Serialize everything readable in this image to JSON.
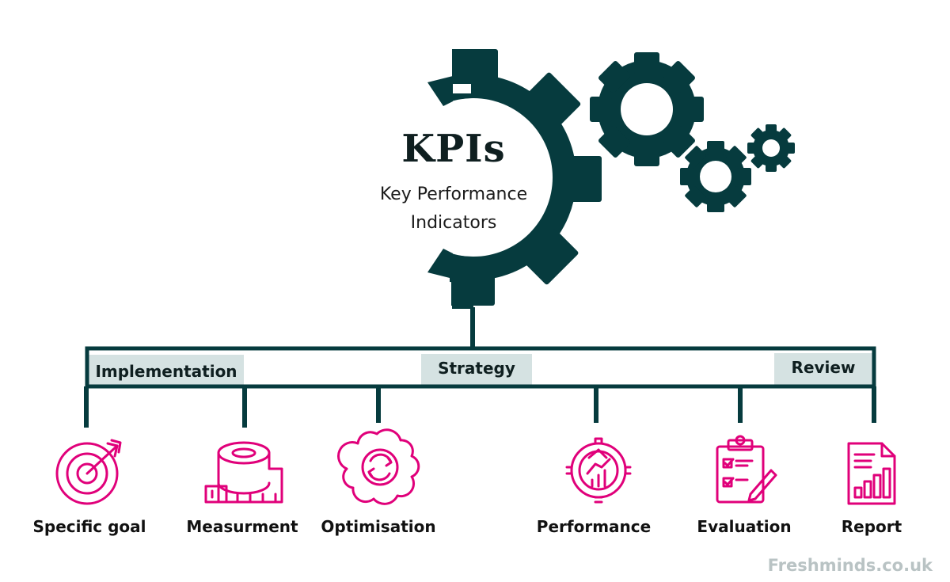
{
  "title": "KPIs",
  "subtitle_lines": [
    "Key Performance",
    "Indicators"
  ],
  "bands": {
    "implementation": "Implementation",
    "strategy": "Strategy",
    "review": "Review"
  },
  "items": [
    {
      "label": "Specific goal",
      "icon": "target-icon"
    },
    {
      "label": "Measurment",
      "icon": "measuring-tape-icon"
    },
    {
      "label": "Optimisation",
      "icon": "optimisation-cloud-icon"
    },
    {
      "label": "Performance",
      "icon": "performance-gear-icon"
    },
    {
      "label": "Evaluation",
      "icon": "clipboard-checklist-icon"
    },
    {
      "label": "Report",
      "icon": "report-chart-icon"
    }
  ],
  "footer": "Freshminds.co.uk",
  "colors": {
    "gear": "#063b3e",
    "band_fill": "#d5e2e2",
    "accent_pink": "#e0007a",
    "footer_text": "#b9c3c4"
  }
}
